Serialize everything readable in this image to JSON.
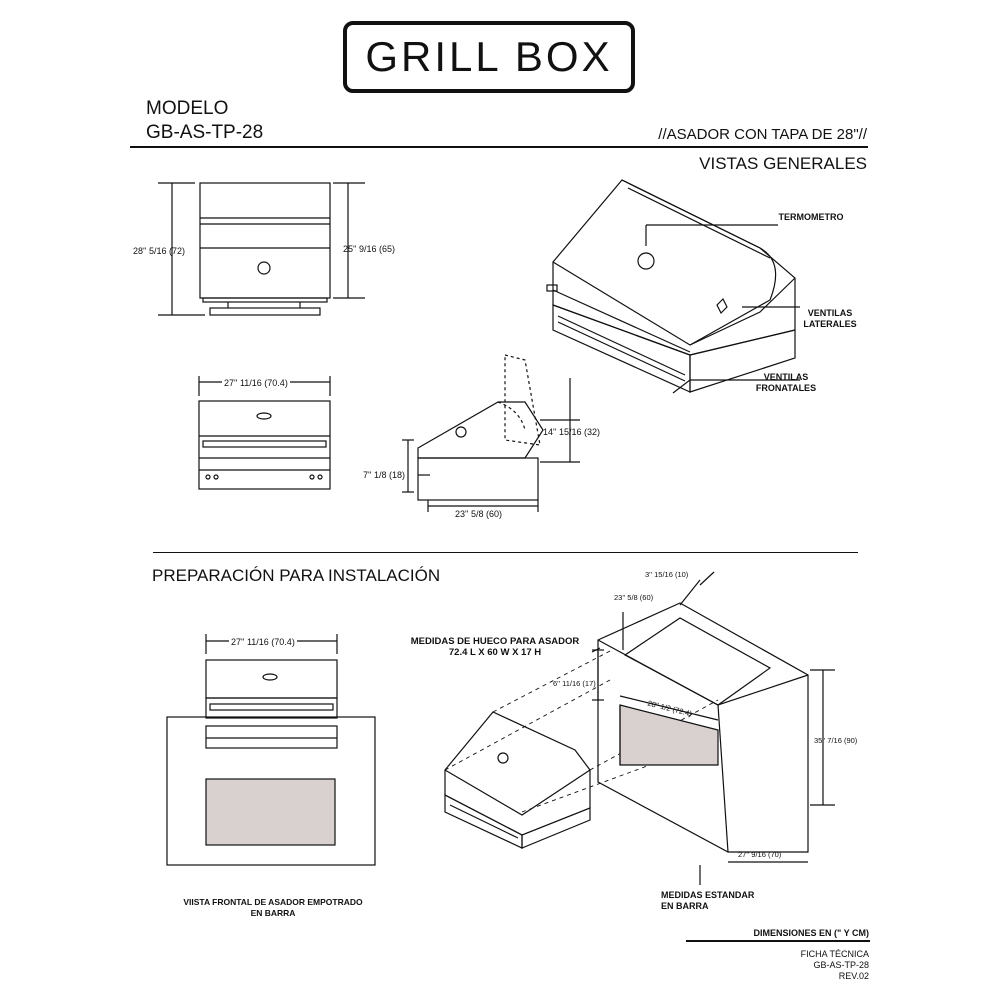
{
  "brand": {
    "logo": "GRILL BOX"
  },
  "header": {
    "modelo_label": "MODELO",
    "model_code": "GB-AS-TP-28",
    "subtitle": "//ASADOR CON TAPA DE 28\"//"
  },
  "sections": {
    "general_views": "VISTAS GENERALES",
    "installation": "PREPARACIÓN PARA INSTALACIÓN"
  },
  "front_view": {
    "height_overall": "28'' 5/16 (72)",
    "height_body": "25'' 9/16 (65)"
  },
  "iso_labels": {
    "thermometer": "TERMOMETRO",
    "side_vents": [
      "VENTILAS",
      "LATERALES"
    ],
    "front_vents": [
      "VENTILAS",
      "FRONATALES"
    ]
  },
  "top_view": {
    "width": "27'' 11/16 (70.4)"
  },
  "side_view": {
    "lid_height": "14'' 15/16 (32)",
    "base_height": "7'' 1/8 (18)",
    "depth": "23'' 5/8 (60)"
  },
  "install": {
    "front_width": "27'' 11/16 (70.4)",
    "cutout_title": [
      "MEDIDAS DE HUECO PARA ASADOR",
      "72.4 L X 60 W X 17 H"
    ],
    "front_caption": [
      "VIISTA FRONTAL DE ASADOR EMPOTRADO",
      "EN BARRA"
    ],
    "bar_caption": [
      "MEDIDAS ESTANDAR",
      "EN BARRA"
    ],
    "dims": {
      "wall": "3'' 15/16 (10)",
      "depth": "23'' 5/8 (60)",
      "cut_height": "6'' 11/16 (17)",
      "cut_width": "28'' 1/2 (72.4)",
      "bar_height": "35'' 7/16 (90)",
      "bar_width": "27'' 9/16 (70)"
    }
  },
  "footer": {
    "units": "DIMENSIONES EN (\" Y CM)",
    "sheet": "FICHA TÉCNICA",
    "code": "GB-AS-TP-28",
    "rev": "REV.02"
  }
}
